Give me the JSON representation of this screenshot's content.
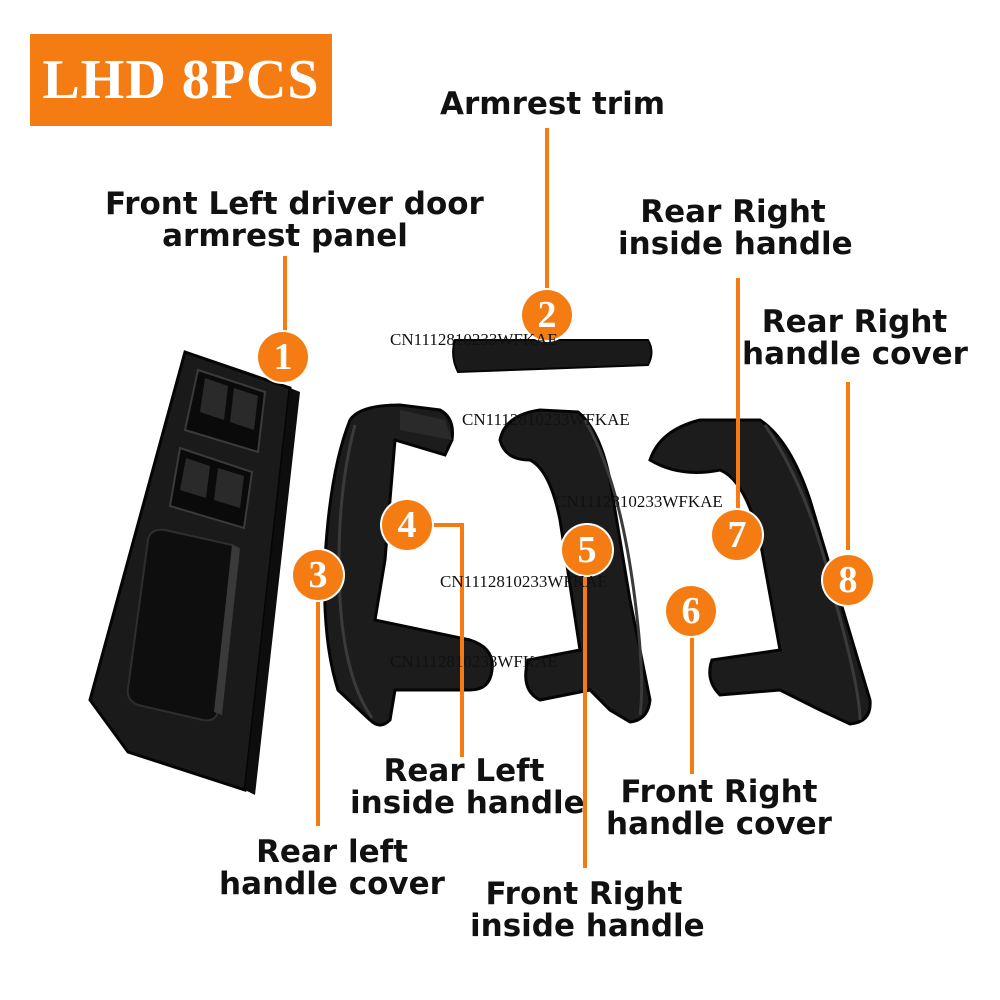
{
  "badge": {
    "text": "LHD 8PCS",
    "color": "#f47c13"
  },
  "accent_color": "#f47c13",
  "labels": {
    "armrest_trim": [
      "Armrest trim"
    ],
    "front_left_panel": [
      "Front Left driver door",
      "armrest panel"
    ],
    "rear_right_inside_handle": [
      "Rear Right",
      "inside handle"
    ],
    "rear_right_handle_cover": [
      "Rear Right",
      "handle cover"
    ],
    "rear_left_inside_handle": [
      "Rear Left",
      "inside handle"
    ],
    "front_right_handle_cover": [
      "Front Right",
      "handle cover"
    ],
    "rear_left_handle_cover": [
      "Rear left",
      "handle cover"
    ],
    "front_right_inside_handle": [
      "Front Right",
      "inside handle"
    ]
  },
  "numbers": [
    "1",
    "2",
    "3",
    "4",
    "5",
    "6",
    "7",
    "8"
  ],
  "watermark": "CN1112810233WFKAE"
}
